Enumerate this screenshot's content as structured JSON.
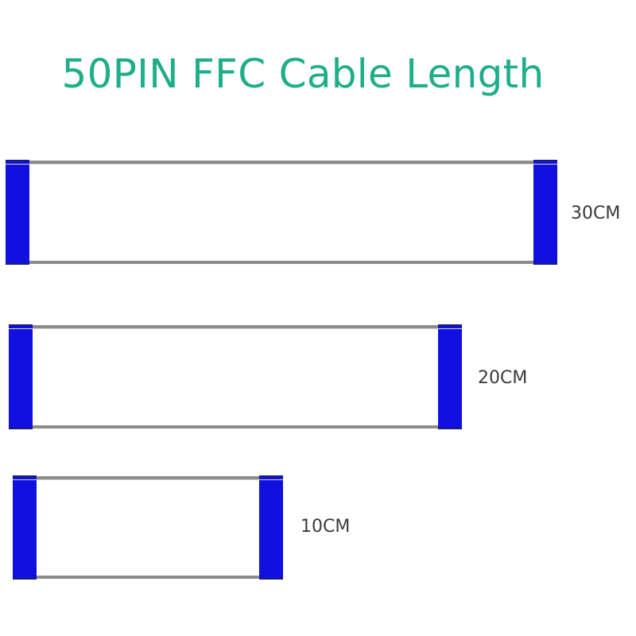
{
  "title": "50PIN FFC Cable Length",
  "colors": {
    "title": "#1fae8a",
    "connector": "#1010e0",
    "cable_edge": "#8c8c8c",
    "label": "#3a3a3a"
  },
  "cables": [
    {
      "label": "30CM",
      "length_cm": 30
    },
    {
      "label": "20CM",
      "length_cm": 20
    },
    {
      "label": "10CM",
      "length_cm": 10
    }
  ]
}
